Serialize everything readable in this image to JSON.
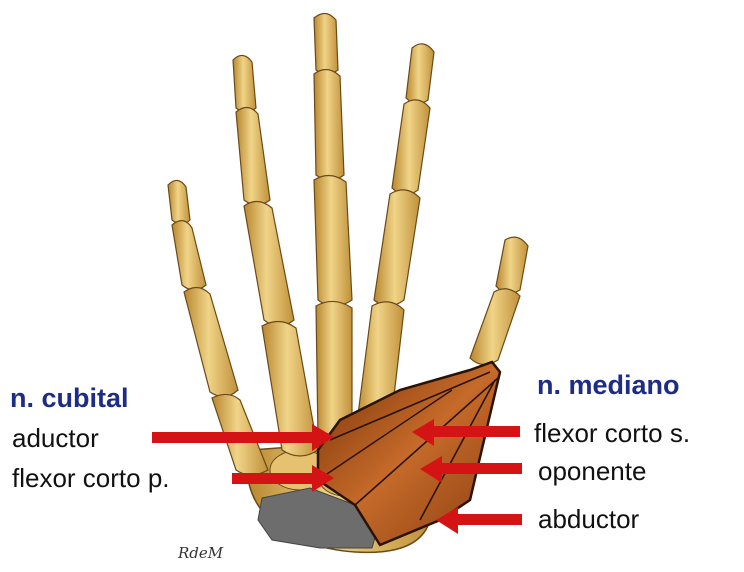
{
  "left_group": {
    "title": "n. cubital",
    "items": [
      "aductor",
      "flexor corto p."
    ]
  },
  "right_group": {
    "title": "n. mediano",
    "items": [
      "flexor corto s.",
      "oponente",
      "abductor"
    ]
  },
  "signature": "RdeM",
  "colors": {
    "nerve_title": "#1d2c86",
    "arrow": "#d41414",
    "bone": "#d9b45c",
    "muscle": "#b35a1c",
    "tendon_gray": "#6d6d6d"
  }
}
